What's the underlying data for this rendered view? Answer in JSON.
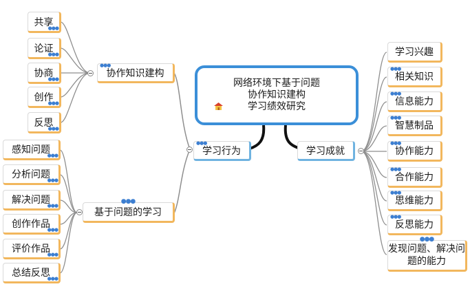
{
  "central": {
    "lines": [
      "网络环境下基于问题",
      "协作知识建构",
      "学习绩效研究"
    ]
  },
  "left_top": {
    "branch": "协作知识建构",
    "leaves": [
      "共享",
      "论证",
      "协商",
      "创作",
      "反思"
    ]
  },
  "left_mid": {
    "branch": "学习行为"
  },
  "left_bottom": {
    "branch": "基于问题的学习",
    "leaves": [
      "感知问题",
      "分析问题",
      "解决问题",
      "创作作品",
      "评价作品",
      "总结反思"
    ]
  },
  "right": {
    "branch": "学习成就",
    "leaves": [
      "学习兴趣",
      "相关知识",
      "信息能力",
      "智慧制品",
      "协作能力",
      "合作能力",
      "思维能力",
      "反思能力",
      "发现问题、解决问题的能力"
    ]
  },
  "colors": {
    "central_border": "#3b8fd8",
    "node_accent": "#f2b75d",
    "link": "#8e8e8e",
    "dots": "#3d7fd1"
  },
  "icons": {
    "central": "house-icon",
    "branch_toggle": "collapse-minus-icon",
    "notes": "note-dots-icon"
  }
}
